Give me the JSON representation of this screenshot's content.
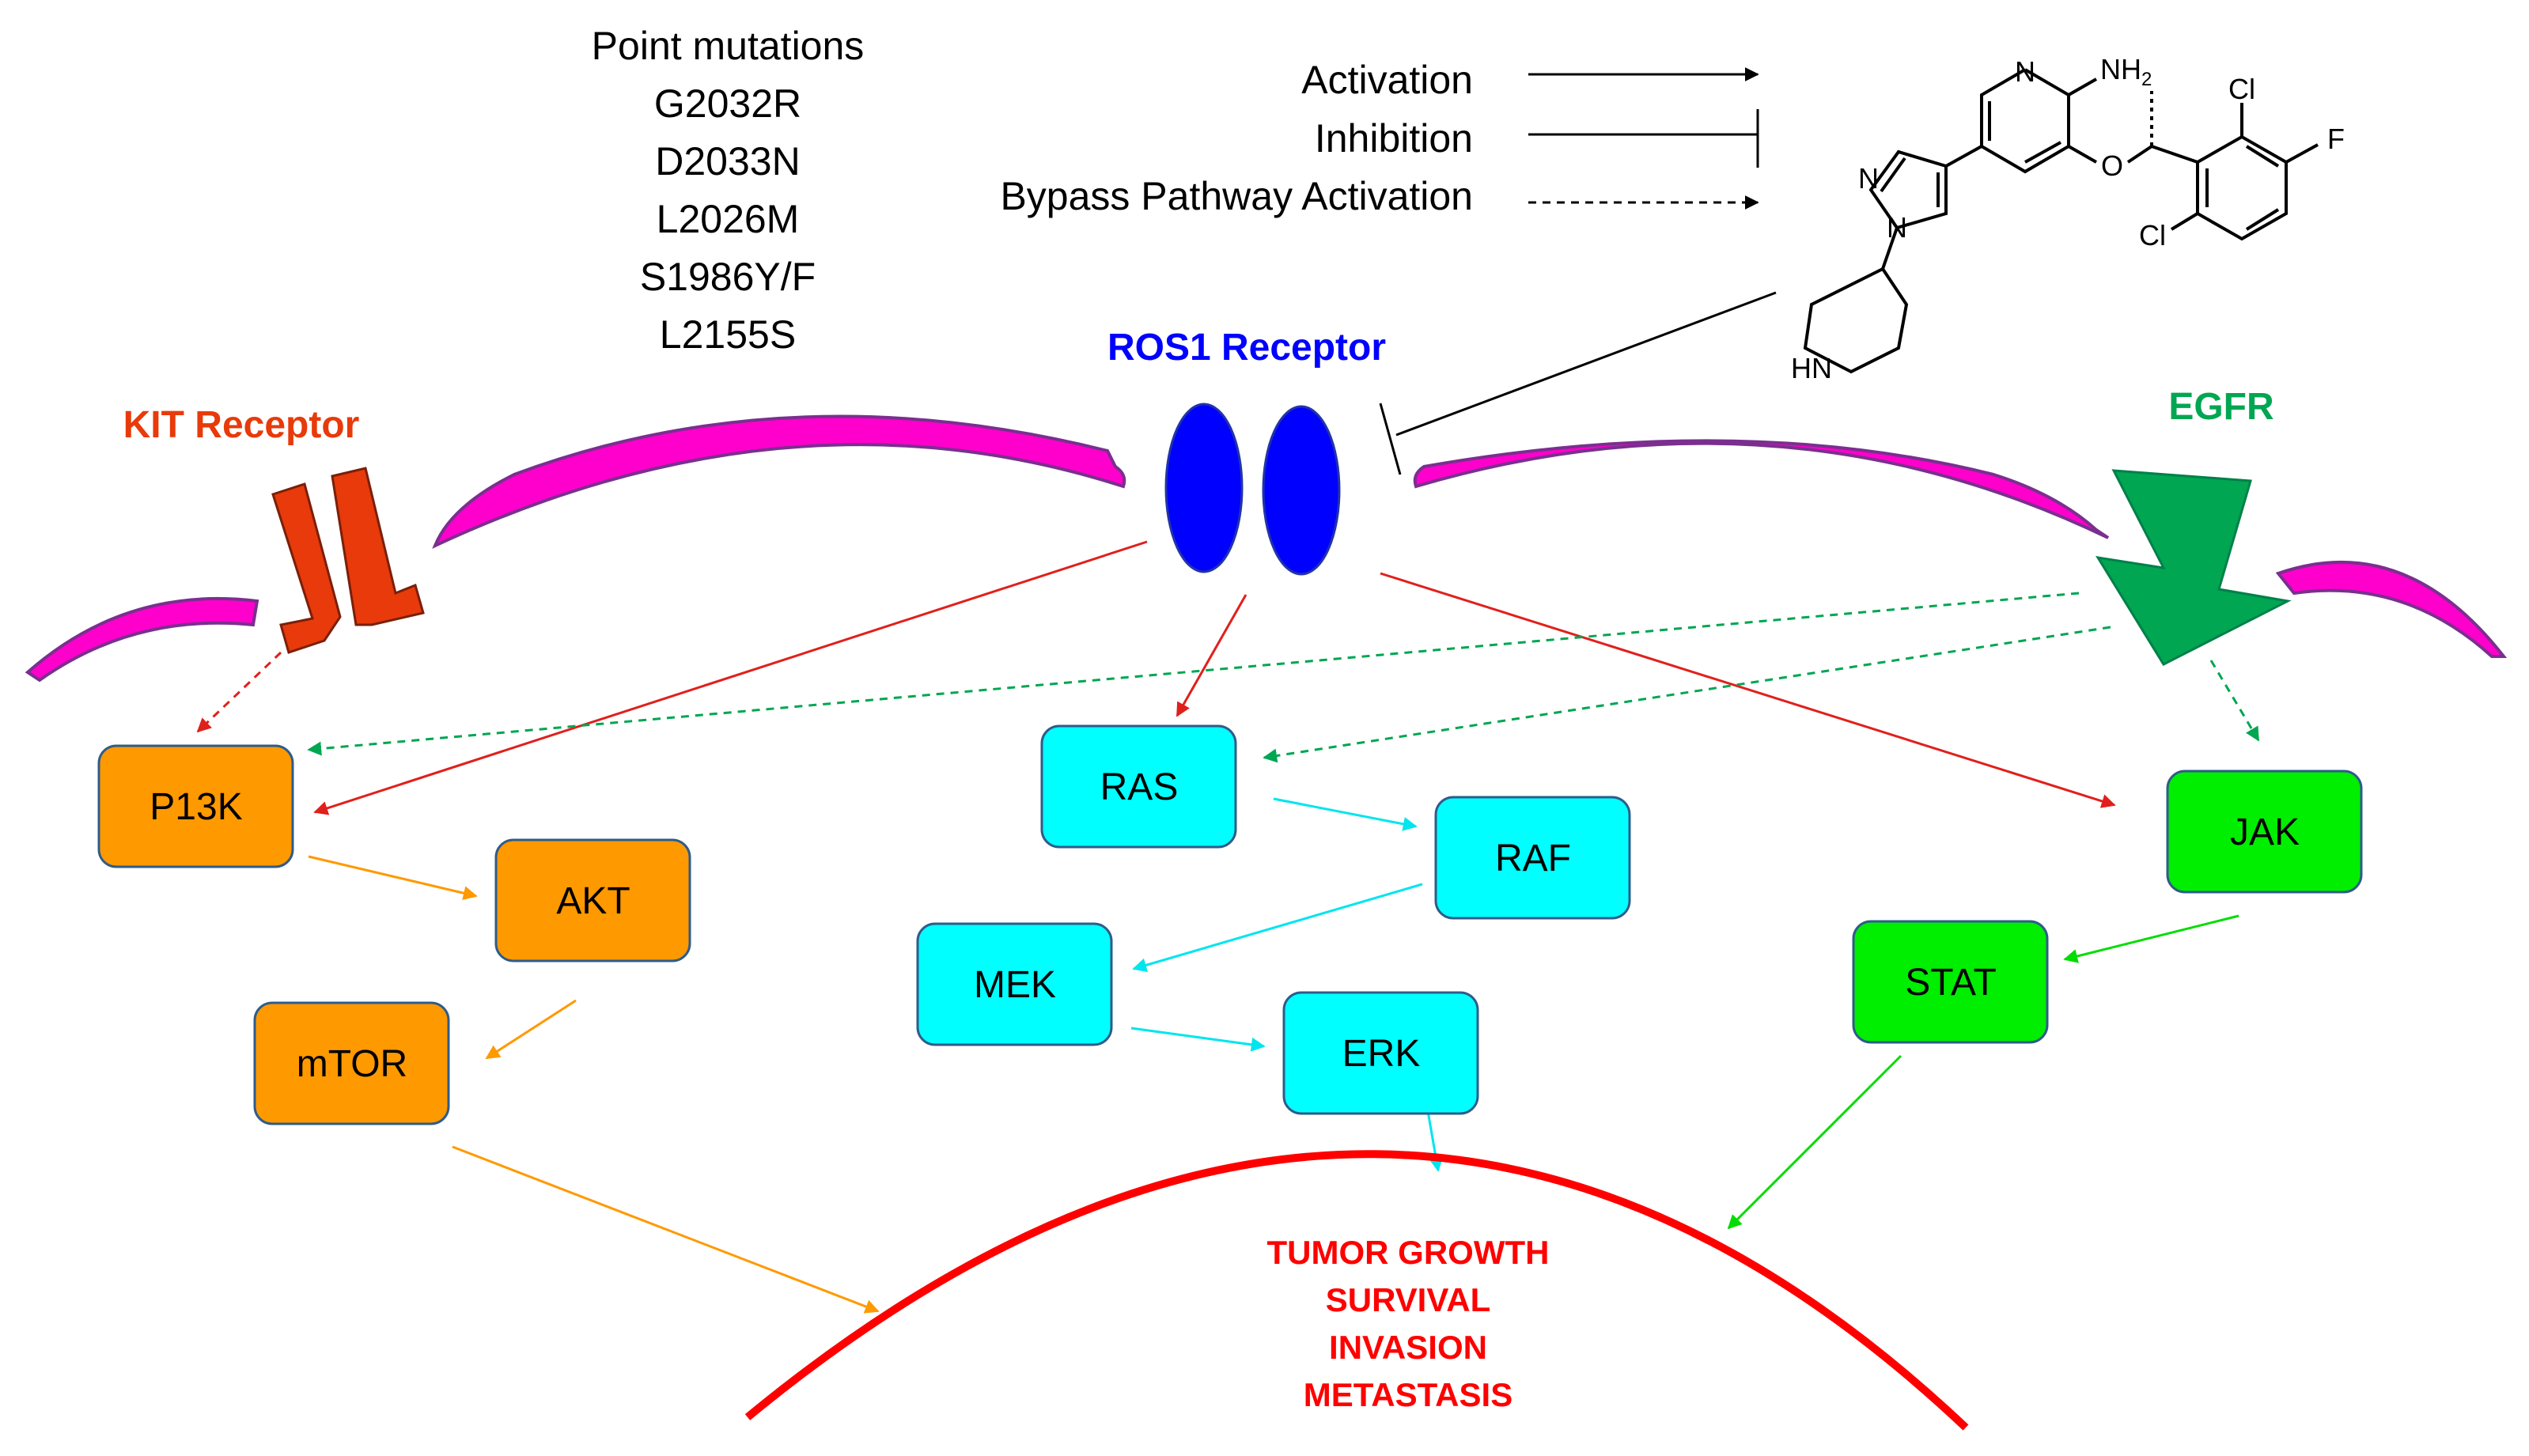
{
  "mutations": {
    "title": "Point mutations",
    "items": [
      "G2032R",
      "D2033N",
      "L2026M",
      "S1986Y/F",
      "L2155S"
    ]
  },
  "legend": {
    "activation": "Activation",
    "inhibition": "Inhibition",
    "bypass": "Bypass Pathway Activation"
  },
  "receptors": {
    "ros1": "ROS1 Receptor",
    "kit": "KIT Receptor",
    "egfr": "EGFR"
  },
  "nodes": {
    "p13k": "P13K",
    "akt": "AKT",
    "mtor": "mTOR",
    "ras": "RAS",
    "raf": "RAF",
    "mek": "MEK",
    "erk": "ERK",
    "jak": "JAK",
    "stat": "STAT"
  },
  "outcomes": [
    "TUMOR GROWTH",
    "SURVIVAL",
    "INVASION",
    "METASTASIS"
  ],
  "molecule_atoms": {
    "n_ring": "N",
    "nh2": "NH",
    "nh2_sub": "2",
    "o": "O",
    "cl1": "Cl",
    "cl2": "Cl",
    "f": "F",
    "n_pz1": "N",
    "n_pz2": "N",
    "hn": "HN"
  },
  "colors": {
    "pi3k_pathway": "#FF9900",
    "mapk_pathway": "#00FFFF",
    "jak_pathway": "#00EE00",
    "ros1": "#0000FF",
    "kit": "#E83A0A",
    "egfr": "#00A651",
    "membrane": "#FF00CC",
    "activation_red": "#E0201C",
    "outcome": "#FF0000"
  }
}
